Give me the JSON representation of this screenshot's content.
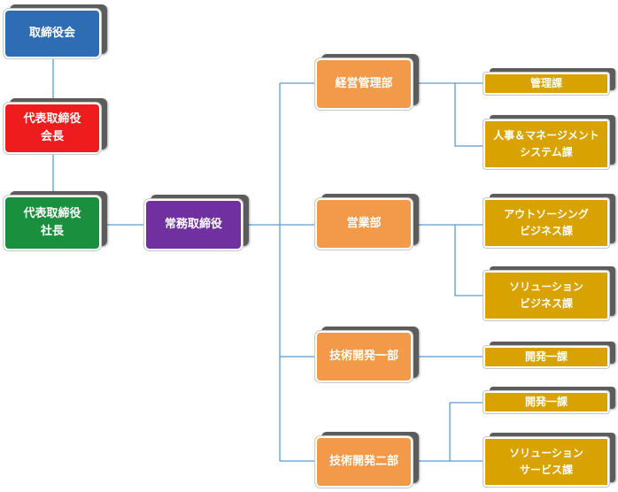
{
  "colors": {
    "line": "#5b9bd5",
    "board": "#2e6db3",
    "chairman": "#ee1c1c",
    "president": "#1a8f3d",
    "managing": "#7030a0",
    "department": "#f39a4a",
    "section": "#d8a200"
  },
  "nodes": {
    "board": {
      "lines": [
        "取締役会"
      ]
    },
    "chairman": {
      "lines": [
        "代表取締役",
        "会長"
      ]
    },
    "president": {
      "lines": [
        "代表取締役",
        "社長"
      ]
    },
    "managing": {
      "lines": [
        "常務取締役"
      ]
    },
    "dept_admin": {
      "lines": [
        "経営管理部"
      ]
    },
    "dept_sales": {
      "lines": [
        "営業部"
      ]
    },
    "dept_dev1": {
      "lines": [
        "技術開発一部"
      ]
    },
    "dept_dev2": {
      "lines": [
        "技術開発二部"
      ]
    },
    "sec_admin": {
      "lines": [
        "管理課"
      ]
    },
    "sec_hr": {
      "lines": [
        "人事＆マネージメント",
        "システム課"
      ]
    },
    "sec_out": {
      "lines": [
        "アウトソーシング",
        "ビジネス課"
      ]
    },
    "sec_sol": {
      "lines": [
        "ソリューション",
        "ビジネス課"
      ]
    },
    "sec_dev1": {
      "lines": [
        "開発一課"
      ]
    },
    "sec_dev2": {
      "lines": [
        "開発一課"
      ]
    },
    "sec_solsvc": {
      "lines": [
        "ソリューション",
        "サービス課"
      ]
    }
  }
}
